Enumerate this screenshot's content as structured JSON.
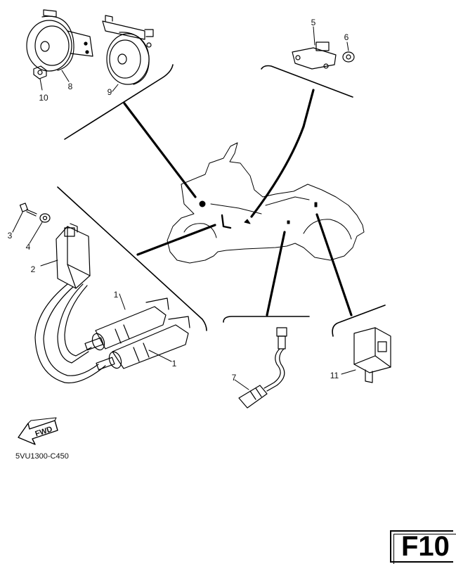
{
  "diagram": {
    "callouts": {
      "c1a": "1",
      "c1b": "1",
      "c2": "2",
      "c3": "3",
      "c4": "4",
      "c5": "5",
      "c6": "6",
      "c7": "7",
      "c8": "8",
      "c9": "9",
      "c10": "10",
      "c11": "11"
    },
    "fwd_label": "FWD",
    "drawing_code": "5VU1300-C450",
    "page_badge": "F10"
  },
  "colors": {
    "line": "#000000",
    "background": "#ffffff"
  }
}
